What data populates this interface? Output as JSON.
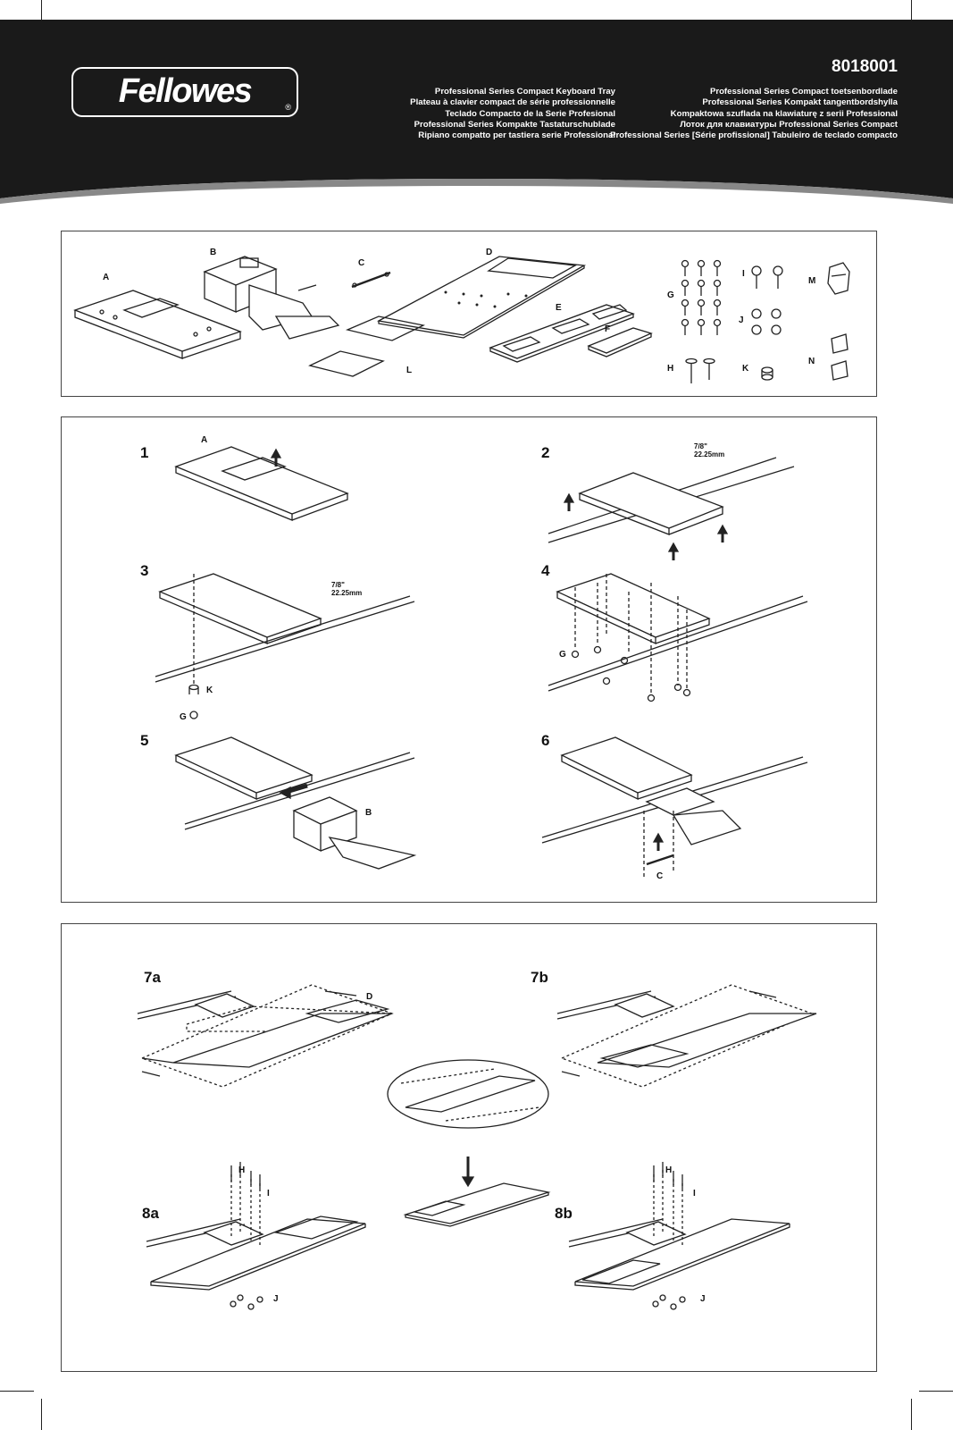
{
  "brand": {
    "logo": "Fellowes",
    "registered": "®"
  },
  "model_number": "8018001",
  "titles_left": [
    "Professional Series Compact Keyboard Tray",
    "Plateau à clavier compact de série professionnelle",
    "Teclado Compacto de la Serie Profesional",
    "Professional Series Kompakte Tastaturschublade",
    "Ripiano compatto per tastiera serie Professional"
  ],
  "titles_right": [
    "Professional Series Compact toetsenbordlade",
    "Professional Series Kompakt tangentbordshylla",
    "Kompaktowa szuflada na klawiaturę z serii Professional",
    "Лоток для клавиатуры Professional Series Compact",
    "Professional Series [Série profissional] Tabuleiro de teclado compacto"
  ],
  "parts": {
    "A": "A",
    "B": "B",
    "C": "C",
    "D": "D",
    "E": "E",
    "F": "F",
    "G": "G",
    "H": "H",
    "I": "I",
    "J": "J",
    "K": "K",
    "L": "L",
    "M": "M",
    "N": "N"
  },
  "steps": {
    "s1": "1",
    "s2": "2",
    "s3": "3",
    "s4": "4",
    "s5": "5",
    "s6": "6",
    "s7a": "7a",
    "s7b": "7b",
    "s8a": "8a",
    "s8b": "8b"
  },
  "measurement": {
    "inches": "7/8\"",
    "mm": "22.25mm"
  },
  "colors": {
    "header_bg": "#1a1a1a",
    "line": "#222222"
  }
}
